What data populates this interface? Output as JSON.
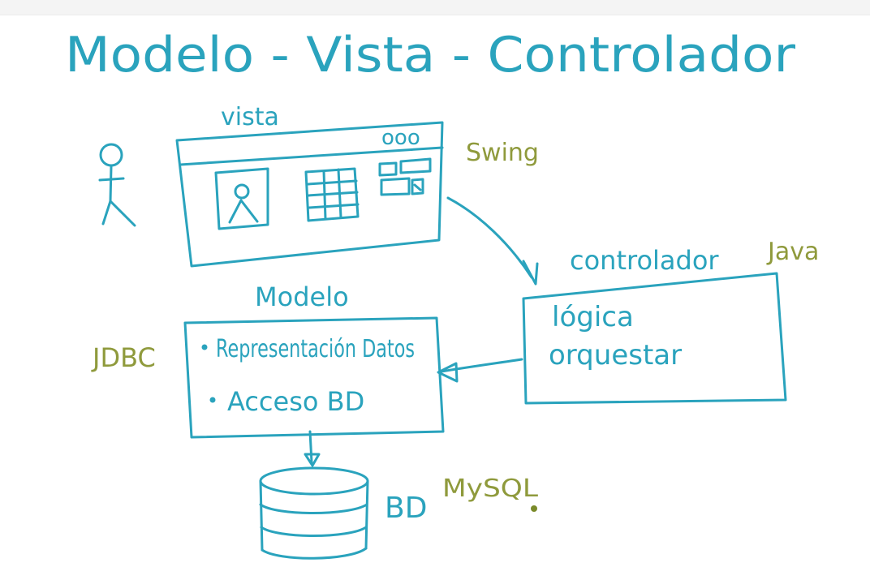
{
  "title": "Modelo - Vista - Controlador",
  "vista": {
    "label": "vista",
    "window_controls": "ooo",
    "tech": "Swing"
  },
  "controlador": {
    "label": "controlador",
    "tech": "Java",
    "lines": [
      "lógica",
      "orquestar"
    ]
  },
  "modelo": {
    "label": "Modelo",
    "tech": "JDBC",
    "bullets": [
      "Representación Datos",
      "Acceso BD"
    ]
  },
  "database": {
    "label": "BD",
    "tech": "MySQL"
  },
  "colors": {
    "blue": "#2aa3bd",
    "olive": "#8f9a3c",
    "bar": "#f4f4f4"
  }
}
